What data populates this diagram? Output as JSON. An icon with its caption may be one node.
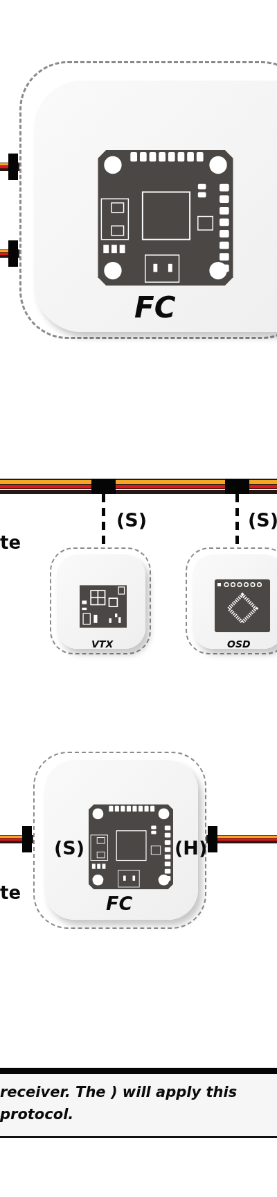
{
  "diagram": {
    "caption": "receiver. The ) will apply this protocol.",
    "nodes": [
      {
        "text": [
          "FC"
        ]
      },
      {
        "text": [],
        "shape": "box"
      },
      {
        "text": [],
        "shape": "box"
      },
      {
        "text": [
          "VTX"
        ]
      },
      {
        "text": [
          "OSD"
        ]
      },
      {
        "text": [
          "(S)",
          "(H)",
          "FC"
        ]
      }
    ],
    "edges": [
      {
        "from": null,
        "to": 0,
        "arrow": "other"
      },
      {
        "from": null,
        "to": 0,
        "arrow": "other"
      },
      {
        "from": 1,
        "to": 3,
        "arrow": "none",
        "style": "dashed",
        "label": "(S)"
      },
      {
        "from": 2,
        "to": 4,
        "arrow": "none",
        "style": "dashed",
        "label": "(S)"
      },
      {
        "from": null,
        "to": 5,
        "arrow": "other"
      },
      {
        "from": null,
        "to": 5,
        "arrow": "other"
      }
    ],
    "labels": [
      "te",
      "te"
    ]
  }
}
